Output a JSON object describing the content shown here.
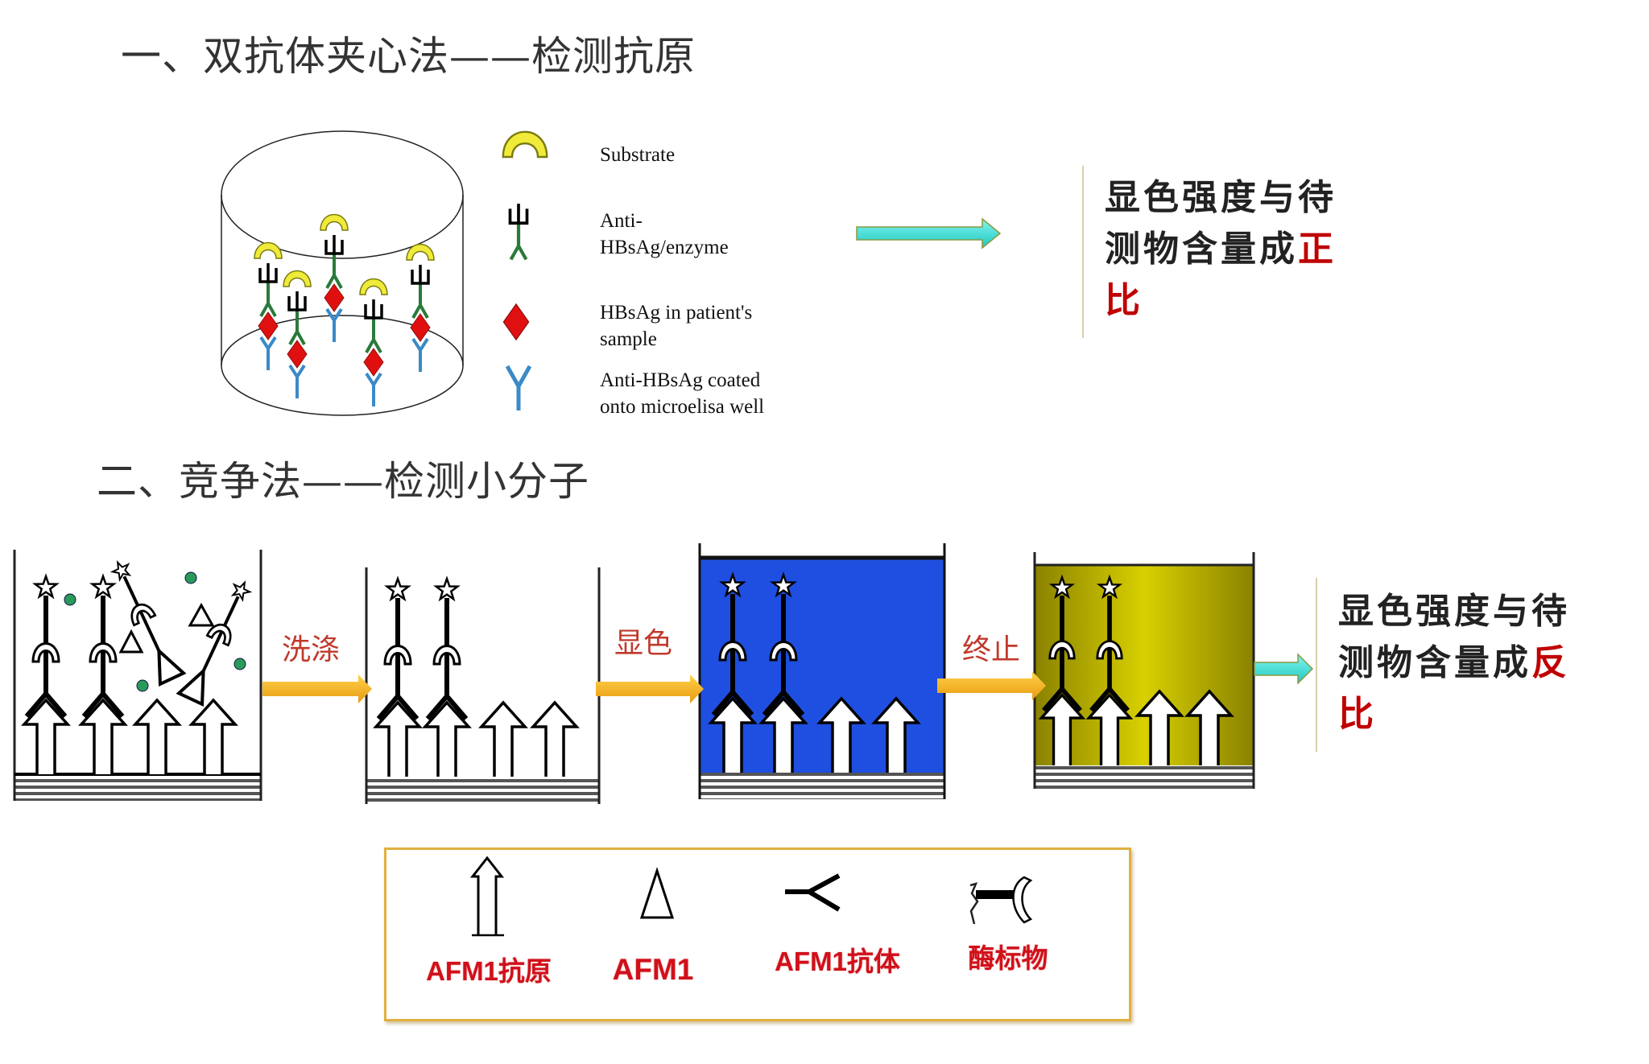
{
  "section1": {
    "title": "一、双抗体夹心法——检测抗原",
    "legend": [
      {
        "icon": "substrate-icon",
        "label": "Substrate"
      },
      {
        "icon": "enzyme-antibody-icon",
        "label_line1": "Anti-",
        "label_line2": "HBsAg/enzyme"
      },
      {
        "icon": "antigen-diamond-icon",
        "label_line1": "HBsAg in patient's",
        "label_line2": "sample"
      },
      {
        "icon": "coated-antibody-icon",
        "label_line1": "Anti-HBsAg coated",
        "label_line2": "onto microelisa well"
      }
    ],
    "result": {
      "line1": "显色强度与待",
      "line2_prefix": "测物含量成",
      "line2_emphasis": "正",
      "line3": "比"
    }
  },
  "section2": {
    "title": "二、竞争法——检测小分子",
    "steps": [
      "洗涤",
      "显色",
      "终止"
    ],
    "result": {
      "line1": "显色强度与待",
      "line2_prefix": "测物含量成",
      "line2_emphasis": "反",
      "line3": "比"
    },
    "legend": [
      {
        "icon": "antigen-arrow-icon",
        "label": "AFM1抗原"
      },
      {
        "icon": "triangle-icon",
        "label": "AFM1"
      },
      {
        "icon": "antibody-icon",
        "label": "AFM1抗体"
      },
      {
        "icon": "enzyme-label-icon",
        "label": "酶标物"
      }
    ]
  },
  "colors": {
    "accent_red": "#c00000",
    "arrow_orange": "#f5b51c",
    "arrow_cyan": "#40e0d8",
    "well_blue": "#1f4fe0",
    "well_olive": "#b4ac00"
  }
}
